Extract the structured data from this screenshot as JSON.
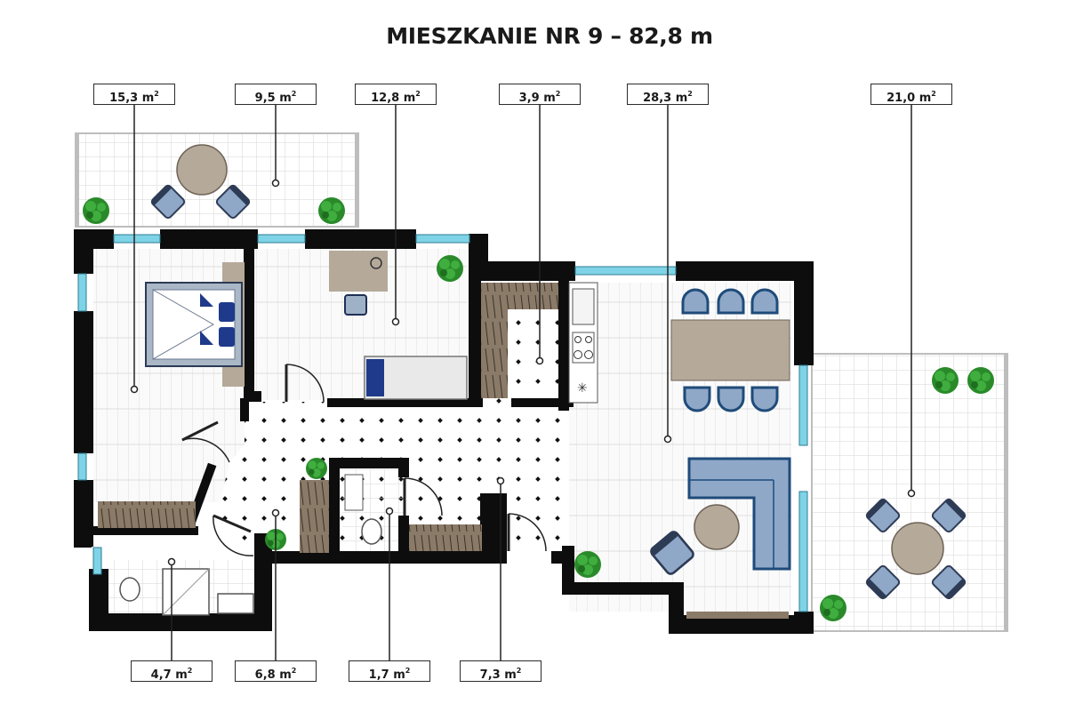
{
  "plan": {
    "title": "MIESZKANIE NR 9 – 82,8 m",
    "area_unit": "m",
    "area_sup": "2"
  },
  "rooms_top": [
    {
      "area": "15,3"
    },
    {
      "area": "9,5"
    },
    {
      "area": "12,8"
    },
    {
      "area": "3,9"
    },
    {
      "area": "28,3"
    },
    {
      "area": "21,0"
    }
  ],
  "rooms_bottom": [
    {
      "area": "4,7"
    },
    {
      "area": "6,8"
    },
    {
      "area": "1,7"
    },
    {
      "area": "7,3"
    }
  ],
  "colors": {
    "wall": "#0d0d0d",
    "window": "#7fd3e6",
    "furniture_blue": "#8fa8c8",
    "furniture_dark_blue": "#1f3a8a",
    "table": "#b5a99a",
    "plant": "#2e8b2e",
    "floor_grid": "#d9d9d9"
  }
}
